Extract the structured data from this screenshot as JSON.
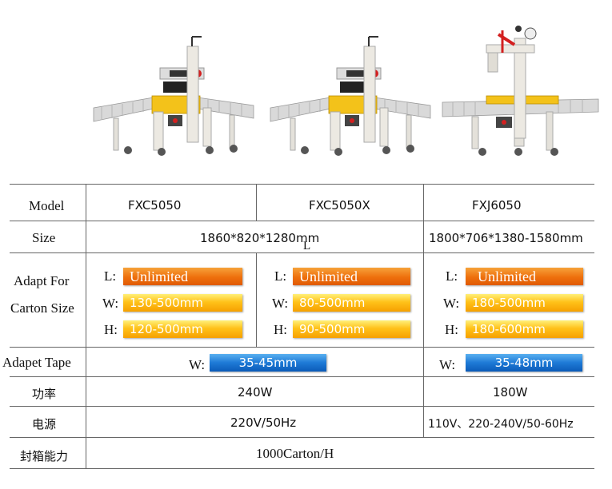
{
  "header_row": {
    "model_label": "Model",
    "models": [
      "FXC5050",
      "FXC5050X",
      "FXJ6050"
    ]
  },
  "size_row": {
    "label": "Size",
    "value_shared": "1860*820*1280mm",
    "value_fxj": "1800*706*1380-1580mm",
    "marker": "L"
  },
  "carton_row": {
    "label_line1": "Adapt For",
    "label_line2": "Carton Size",
    "dim_l": "L:",
    "dim_w": "W:",
    "dim_h": "H:",
    "columns": [
      {
        "l": "Unlimited",
        "w": "130-500mm",
        "h": "120-500mm"
      },
      {
        "l": "Unlimited",
        "w": "80-500mm",
        "h": "90-500mm"
      },
      {
        "l": "Unlimited",
        "w": "180-500mm",
        "h": "180-600mm"
      }
    ]
  },
  "tape_row": {
    "label": "Adapet Tape",
    "dim_w": "W:",
    "value_shared": "35-45mm",
    "value_fxj": "35-48mm"
  },
  "power_row": {
    "label": "功率",
    "value_shared": "240W",
    "value_fxj": "180W"
  },
  "supply_row": {
    "label": "电源",
    "value_shared": "220V/50Hz",
    "value_fxj": "110V、220-240V/50-60Hz"
  },
  "capacity_row": {
    "label": "封箱能力",
    "value": "1000Carton/H"
  },
  "colors": {
    "orange": "#ee6f0c",
    "yellow": "#ffc21a",
    "blue": "#1e7ad6",
    "machine_frame": "#e8e6e0",
    "tape_red": "#d32020"
  },
  "icons": [
    "machine-fxc5050-image",
    "machine-fxc5050x-image",
    "machine-fxj6050-image"
  ]
}
